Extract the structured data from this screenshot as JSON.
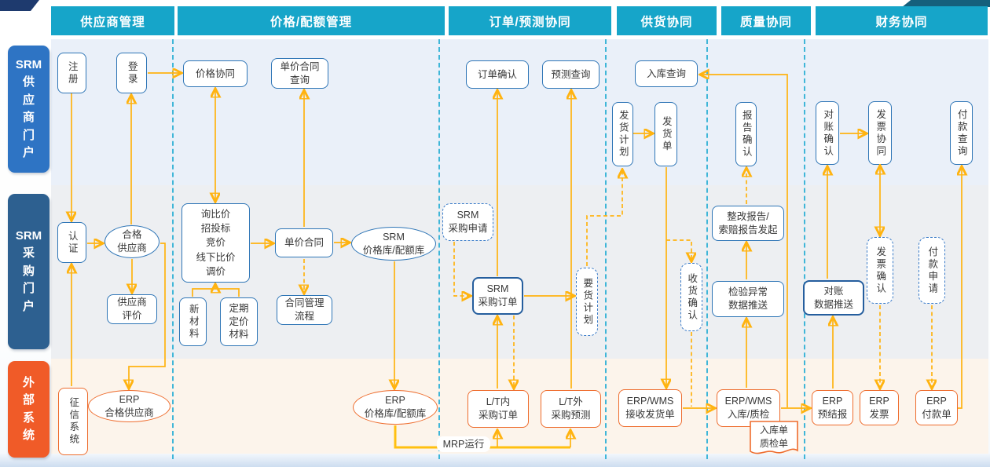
{
  "headers": [
    {
      "label": "供应商管理"
    },
    {
      "label": "价格/配额管理"
    },
    {
      "label": "订单/预测协同"
    },
    {
      "label": "供货协同"
    },
    {
      "label": "质量协同"
    },
    {
      "label": "财务协同"
    }
  ],
  "lanes": [
    {
      "label": "SRM\n供\n应\n商\n门\n户"
    },
    {
      "label": "SRM\n采\n购\n门\n户"
    },
    {
      "label": "外\n部\n系\n统"
    }
  ],
  "nodes": {
    "zhuce": "注册",
    "denglu": "登录",
    "renzheng": "认证",
    "hege": "合格\n供应商",
    "pingjia": "供应商\n评价",
    "zhengxin": "征信系统",
    "erp_hege": "ERP\n合格供应商",
    "jiage_xietong": "价格协同",
    "danjia_chaxun": "单价合同\n查询",
    "xunbijia": "询比价\n招投标\n竞价\n线下比价\n调价",
    "xin_cailiao": "新材料",
    "dingqi_cailiao": "定期\n定价\n材料",
    "danjia_hetong": "单价合同",
    "hetong_liucheng": "合同管理\n流程",
    "srm_jiageku": "SRM\n价格库/配额库",
    "erp_jiageku": "ERP\n价格库/配额库",
    "dingdan_queren": "订单确认",
    "yuce_chaxun": "预测查询",
    "srm_shenqing": "SRM\n采购申请",
    "srm_dingdan": "SRM\n采购订单",
    "yaohuo_jihua": "要货计划",
    "lt_nei": "L/T内\n采购订单",
    "lt_wai": "L/T外\n采购预测",
    "mrp": "MRP运行",
    "ruku_chaxun": "入库查询",
    "fahuo_jihua": "发货计划",
    "fahuo_dan": "发货单",
    "shouhuo_queren": "收货确认",
    "erp_jieshou": "ERP/WMS\n接收发货单",
    "baogao_queren": "报告确认",
    "zhenggai": "整改报告/\n索赔报告发起",
    "jianyan": "检验异常\n数据推送",
    "erp_ruku": "ERP/WMS\n入库/质检",
    "ruku_dan": "入库单\n质检单",
    "duizhang_queren": "对账确认",
    "fapiao_xietong": "发票协同",
    "fukuan_chaxun": "付款查询",
    "duizhang_tuisong": "对账\n数据推送",
    "fapiao_queren": "发票确认",
    "fukuan_shenqing": "付款申请",
    "erp_yujiebao": "ERP\n预结报",
    "erp_fapiao": "ERP\n发票",
    "erp_fukuandan": "ERP\n付款单"
  },
  "colors": {
    "header_teal": "#16a5c9",
    "lane_blue": "#2e74c4",
    "lane_steel": "#2d6090",
    "lane_orange": "#f05b28",
    "box_blue_border": "#2e75b6",
    "box_orange_border": "#ee6c2d",
    "arrow_orange": "#ffb310",
    "separator_teal": "#3fb6d8"
  }
}
